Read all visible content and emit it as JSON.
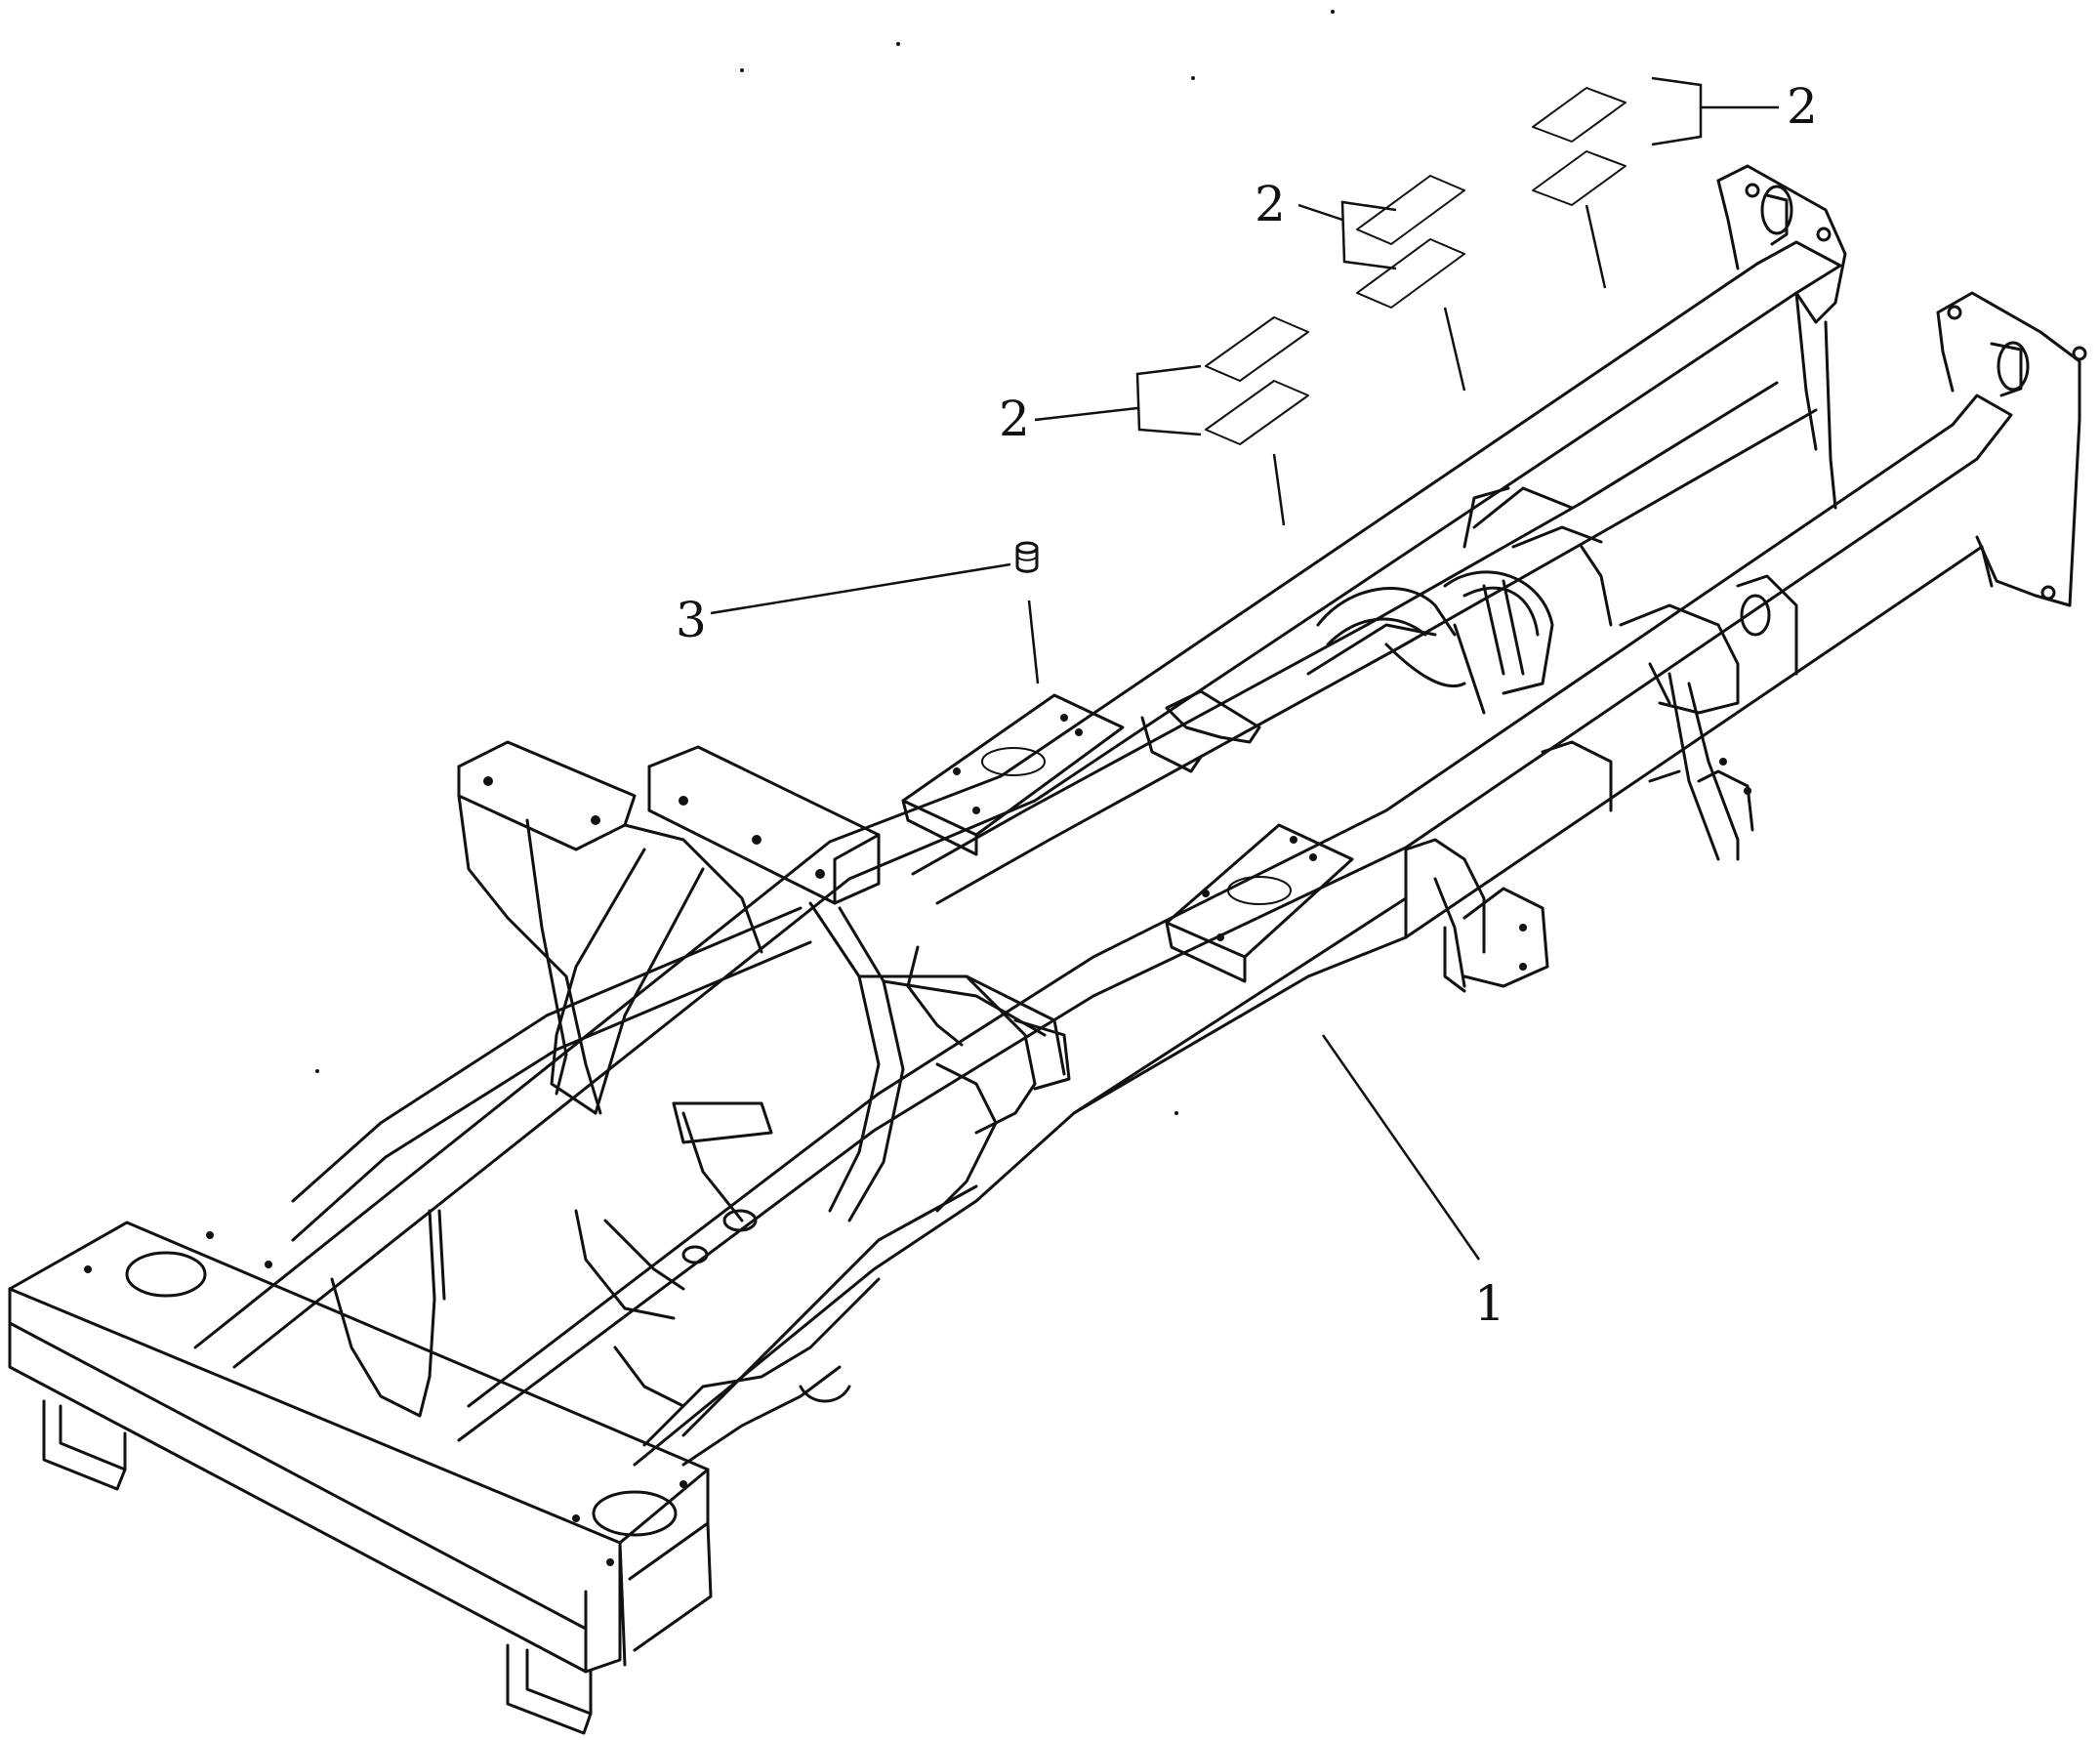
{
  "callouts": [
    {
      "label": "1"
    },
    {
      "label": "2"
    },
    {
      "label": "2"
    },
    {
      "label": "2"
    },
    {
      "label": "3"
    }
  ]
}
